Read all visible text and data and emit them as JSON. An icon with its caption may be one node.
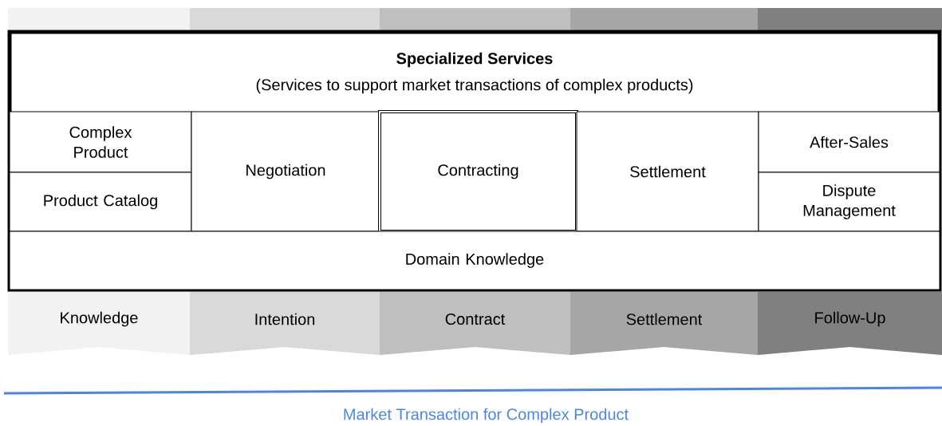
{
  "diagram": {
    "caption": "Market Transaction for Complex Product",
    "nodes": [
      {
        "text": [
          "Specialized Services",
          "(Services to support market transactions of complex products)"
        ]
      },
      {
        "text": [
          "Complex Product"
        ],
        "in": 0
      },
      {
        "text": [
          "Product Catalog"
        ],
        "in": 0
      },
      {
        "text": [
          "Negotiation"
        ],
        "in": 0
      },
      {
        "text": [
          "Contracting"
        ],
        "in": 0
      },
      {
        "text": [
          "Settlement"
        ],
        "in": 0
      },
      {
        "text": [
          "After-Sales"
        ],
        "in": 0
      },
      {
        "text": [
          "Dispute Management"
        ],
        "in": 0
      },
      {
        "text": [
          "Domain Knowledge"
        ],
        "in": 0
      },
      {
        "text": [
          "Knowledge"
        ]
      },
      {
        "text": [
          "Intention"
        ]
      },
      {
        "text": [
          "Contract"
        ]
      },
      {
        "text": [
          "Settlement"
        ]
      },
      {
        "text": [
          "Follow-Up"
        ]
      }
    ]
  }
}
